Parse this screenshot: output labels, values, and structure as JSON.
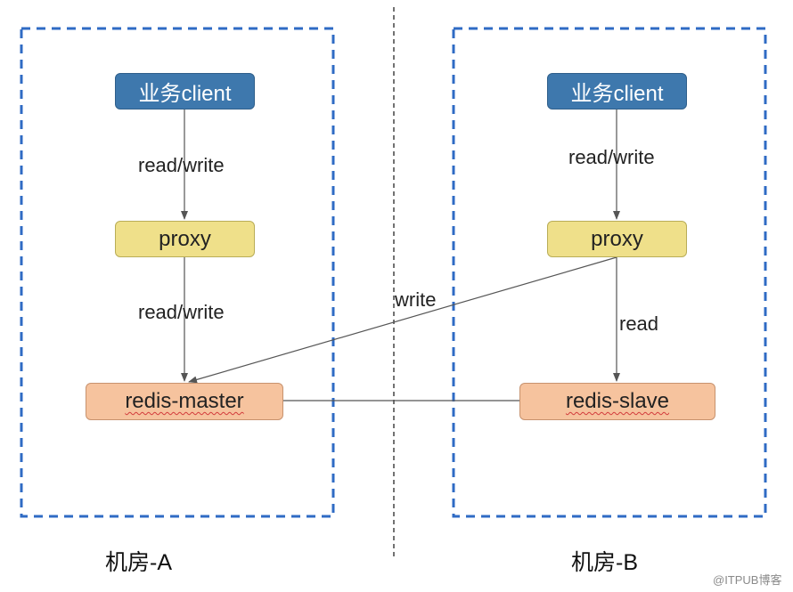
{
  "rooms": {
    "a": {
      "label": "机房-A"
    },
    "b": {
      "label": "机房-B"
    }
  },
  "nodes": {
    "client_a": "业务client",
    "proxy_a": "proxy",
    "master": "redis-master",
    "client_b": "业务client",
    "proxy_b": "proxy",
    "slave": "redis-slave"
  },
  "edges": {
    "client_a_proxy_a": "read/write",
    "proxy_a_master": "read/write",
    "client_b_proxy_b": "read/write",
    "proxy_b_master": "write",
    "proxy_b_slave": "read"
  },
  "colors": {
    "room_border": "#2f6bc4",
    "client": "#3e78ad",
    "proxy": "#efe08a",
    "redis": "#f6c39e",
    "line": "#555555"
  },
  "watermark": "@ITPUB博客"
}
